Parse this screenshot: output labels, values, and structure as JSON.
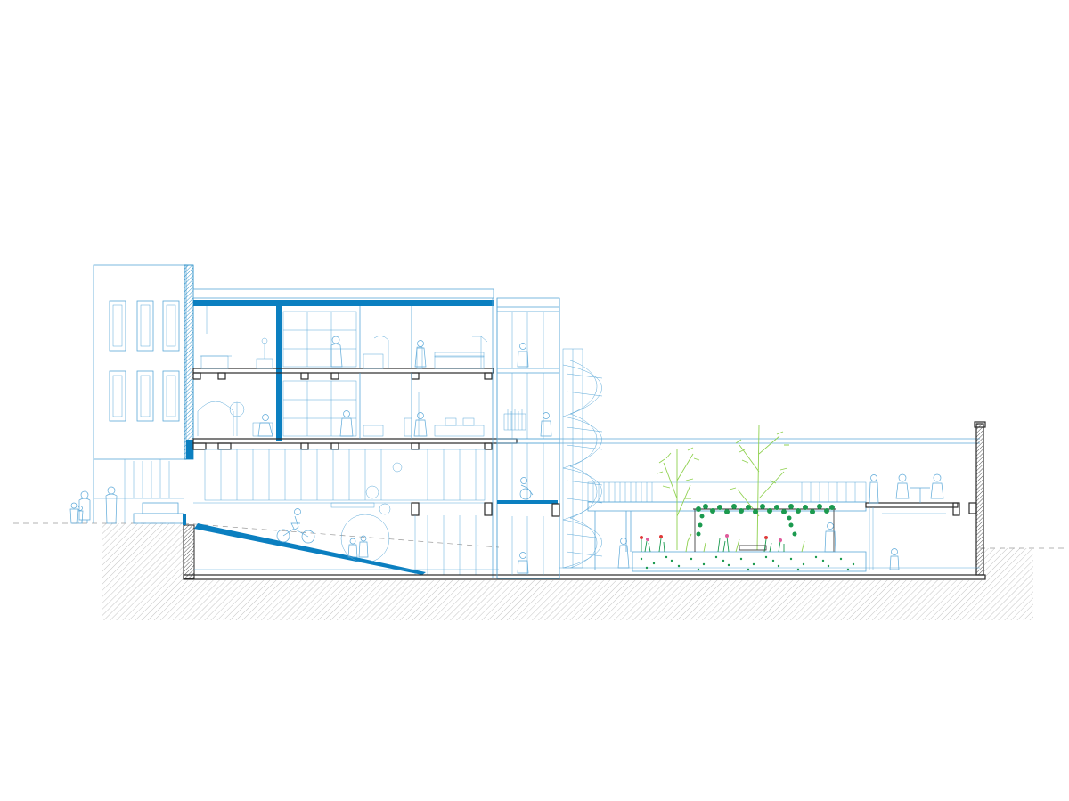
{
  "colors": {
    "line": "#5ba8d8",
    "cut": "#0b7fc0",
    "dark": "#2a2a2a",
    "hatch": "#8a8a8a",
    "leaf_light": "#8fd14f",
    "leaf_dark": "#1b9a4f",
    "flower_red": "#e03a3a",
    "flower_pink": "#e05b9c",
    "ground_guide": "#9a9a9a"
  },
  "elements": [
    "street-facade",
    "main-building-section",
    "spiral-staircase",
    "ramp-to-basement",
    "courtyard-garden",
    "pergola",
    "roof-terrace",
    "ground-hatch"
  ]
}
